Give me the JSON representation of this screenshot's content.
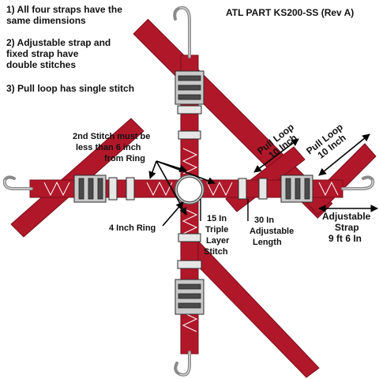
{
  "header": {
    "part": "ATL PART KS200-SS (Rev A)"
  },
  "notes": [
    {
      "line1": "1) All four straps have the",
      "line2": "same dimensions"
    },
    {
      "line1": "2) Adjustable strap and",
      "line2": "fixed strap have",
      "line3": "double stitches"
    },
    {
      "line1": "3) Pull loop has single stitch"
    }
  ],
  "labels": {
    "second_stitch": [
      "2nd Stitch must be",
      "less than 6 inch",
      "from Ring"
    ],
    "ring": "4 Inch Ring",
    "triple": [
      "15 In",
      "Triple",
      "Layer",
      "Stitch"
    ],
    "adjustable_len": [
      "30 In",
      "Adjustable",
      "Length"
    ],
    "adjustable_strap": [
      "Adjustable",
      "Strap",
      "9 ft 6 In"
    ],
    "pull_loop_a": [
      "Pull Loop",
      "10 Inch"
    ],
    "pull_loop_b": [
      "Pull Loop",
      "10 Inch"
    ]
  },
  "colors": {
    "strap": "#b0182a",
    "metal": "#c9c9c9",
    "text": "#111111"
  },
  "icons": [
    "s-hook-icon",
    "ratchet-buckle-icon",
    "ring-icon"
  ]
}
